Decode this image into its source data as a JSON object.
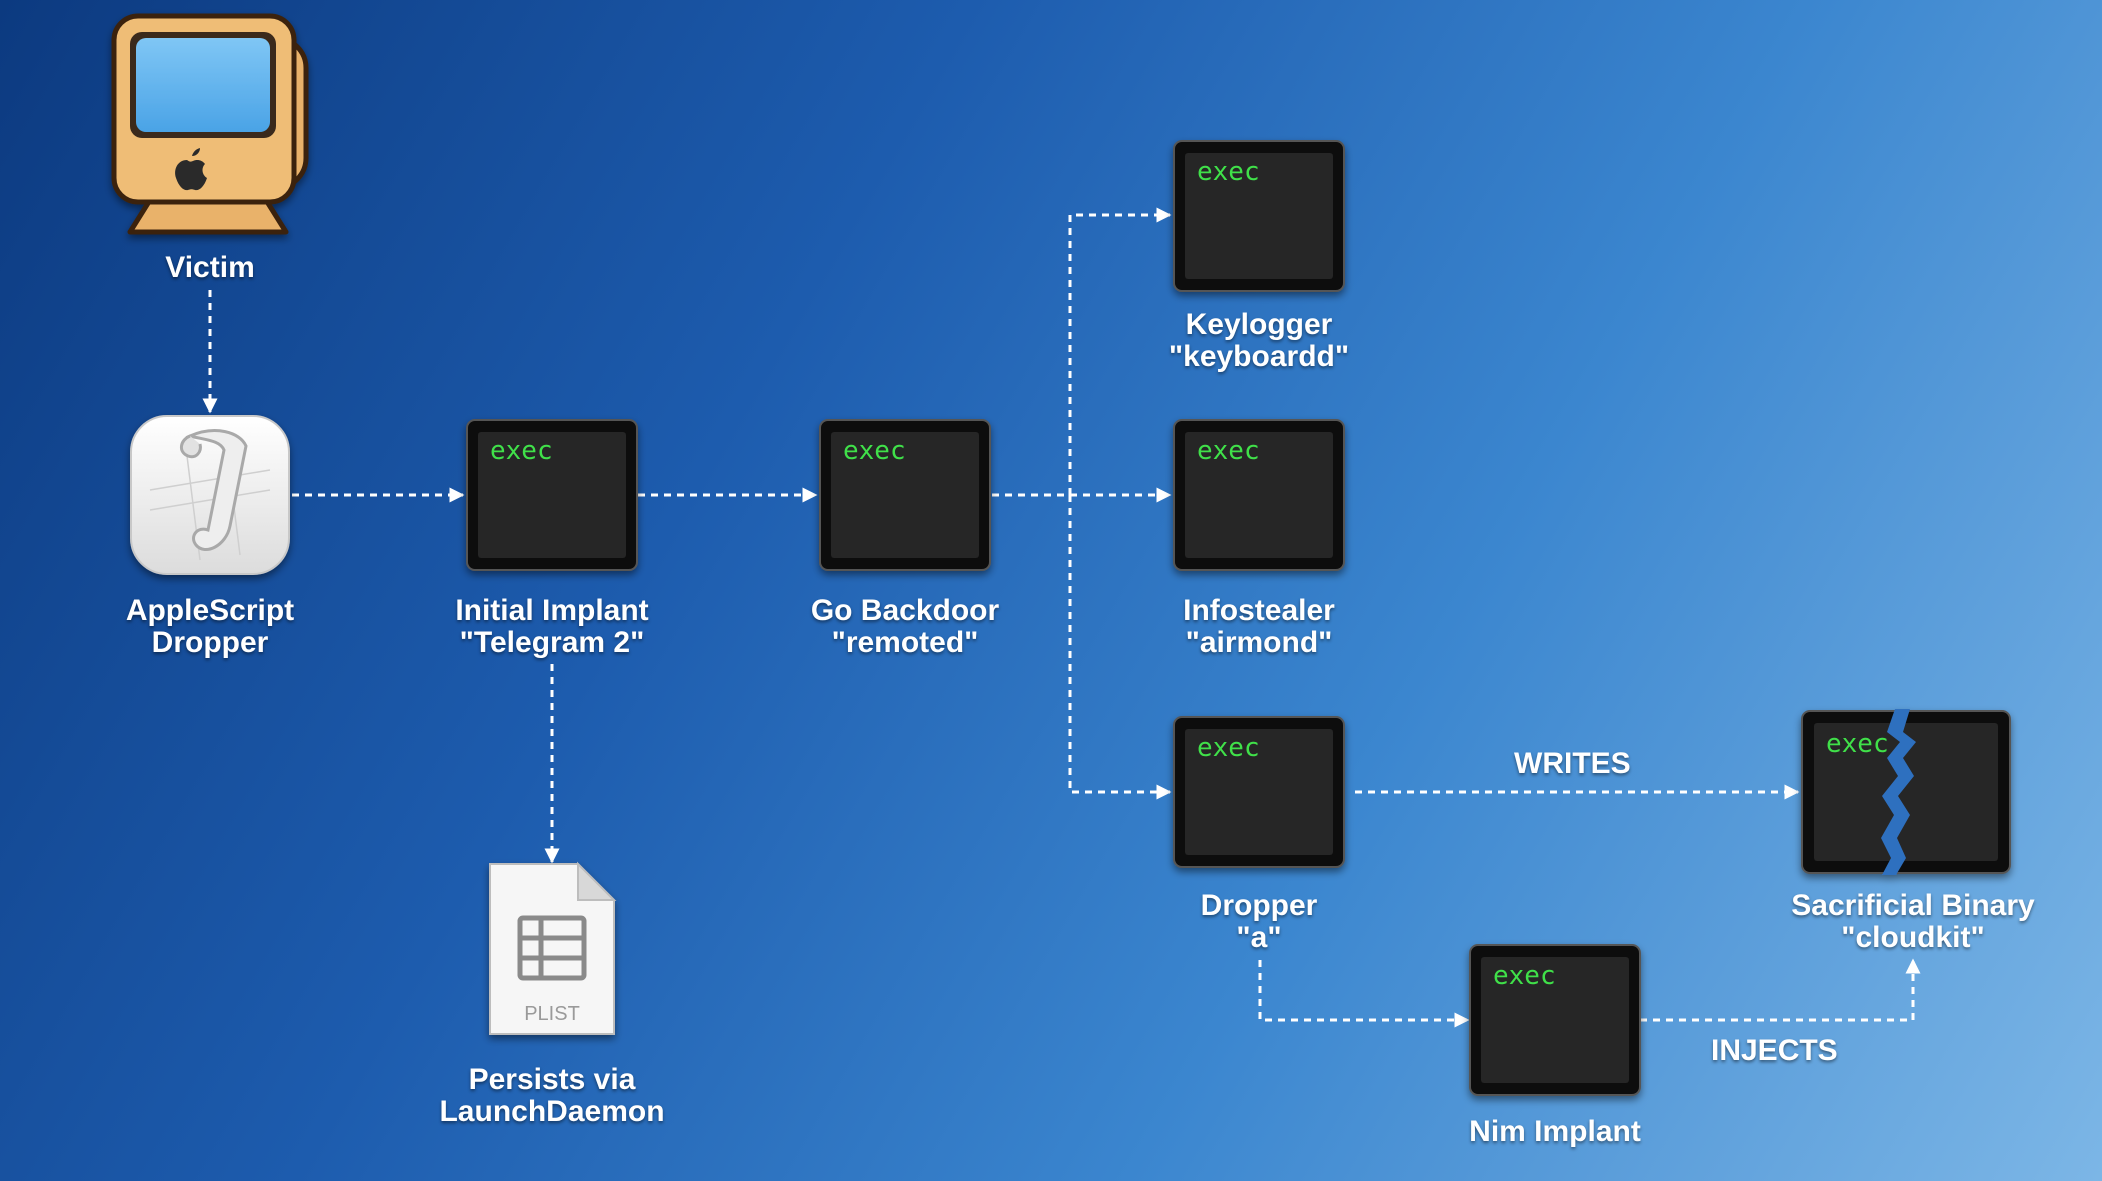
{
  "colors": {
    "exec_text": "#3fe04a",
    "terminal_body": "#262626",
    "terminal_frame": "#0f0f0f",
    "connector": "#ffffff",
    "label": "#ffffff"
  },
  "nodes": {
    "victim": {
      "label_lines": [
        "Victim"
      ],
      "icon": "vintage-mac-icon"
    },
    "applescript": {
      "label_lines": [
        "AppleScript",
        "Dropper"
      ],
      "icon": "script-editor-icon"
    },
    "initial_implant": {
      "label_lines": [
        "Initial Implant",
        "\"Telegram 2\""
      ],
      "icon": "terminal-exec-icon",
      "exec": "exec"
    },
    "go_backdoor": {
      "label_lines": [
        "Go Backdoor",
        "\"remoted\""
      ],
      "icon": "terminal-exec-icon",
      "exec": "exec"
    },
    "keylogger": {
      "label_lines": [
        "Keylogger",
        "\"keyboardd\""
      ],
      "icon": "terminal-exec-icon",
      "exec": "exec"
    },
    "infostealer": {
      "label_lines": [
        "Infostealer",
        "\"airmond\""
      ],
      "icon": "terminal-exec-icon",
      "exec": "exec"
    },
    "dropper_a": {
      "label_lines": [
        "Dropper",
        "\"a\""
      ],
      "icon": "terminal-exec-icon",
      "exec": "exec"
    },
    "sacrificial": {
      "label_lines": [
        "Sacrificial Binary",
        "\"cloudkit\""
      ],
      "icon": "broken-terminal-icon",
      "exec": "exec"
    },
    "nim_implant": {
      "label_lines": [
        "Nim Implant"
      ],
      "icon": "terminal-exec-icon",
      "exec": "exec"
    },
    "plist": {
      "label_lines": [
        "Persists via",
        "LaunchDaemon"
      ],
      "icon": "plist-file-icon",
      "file_label": "PLIST"
    }
  },
  "edge_labels": {
    "writes": "WRITES",
    "injects": "INJECTS"
  }
}
